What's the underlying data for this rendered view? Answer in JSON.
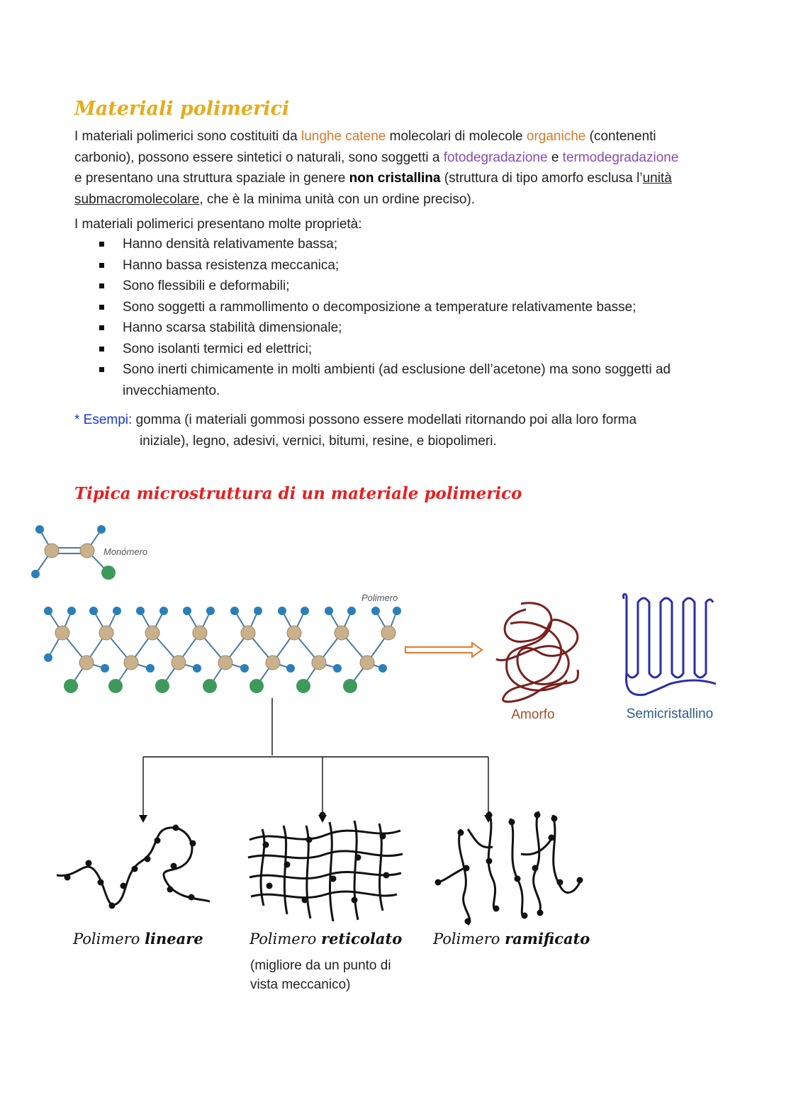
{
  "title": "Materiali polimerici",
  "intro": {
    "p1_a": "I materiali polimerici sono costituiti da ",
    "p1_lunghe": "lunghe catene",
    "p1_b": " molecolari di molecole ",
    "p1_organiche": "organiche",
    "p1_c": " (contenenti",
    "p2_a": "carbonio), possono essere sintetici o naturali, sono soggetti a ",
    "p2_foto": "fotodegradazione",
    "p2_e": " e ",
    "p2_termo": "termodegradazione",
    "p3_a": "e presentano una struttura spaziale in genere ",
    "p3_bold": "non cristallina",
    "p3_b": " (struttura di tipo amorfo esclusa l’",
    "p3_unita": "unità",
    "p4_sub": "submacromolecolare",
    "p4_b": ", che è la minima unità con un ordine preciso)."
  },
  "properties_intro": "I materiali polimerici presentano molte proprietà:",
  "properties": [
    "Hanno densità relativamente bassa;",
    "Hanno bassa resistenza meccanica;",
    "Sono flessibili e deformabili;",
    "Sono soggetti a rammollimento o decomposizione a temperature relativamente basse;",
    "Hanno scarsa stabilità dimensionale;",
    "Sono isolanti termici ed elettrici;",
    "Sono inerti chimicamente in molti ambienti (ad esclusione dell’acetone) ma sono soggetti ad",
    "invecchiamento."
  ],
  "examples": {
    "label": "* Esempi:",
    "line1": " gomma (i materiali gommosi possono essere modellati ritornando poi alla loro forma",
    "line2": "iniziale), legno, adesivi, vernici, bitumi, resine, e biopolimeri."
  },
  "section_title": "Tipica microstruttura di un materiale polimerico",
  "figure": {
    "monomer_label": "Monómero",
    "polymer_label": "Polimero",
    "amorphous_label": "Amorfo",
    "semicrystalline_label": "Semicristallino",
    "linear": {
      "a": "Polimero ",
      "b": "lineare"
    },
    "crosslinked": {
      "a": "Polimero ",
      "b": "reticolato",
      "note1": "(migliore da un punto di",
      "note2": "vista meccanico)"
    },
    "branched": {
      "a": "Polimero ",
      "b": "ramificato"
    }
  },
  "colors": {
    "title": "#e6ac1a",
    "section_title": "#e81f1f",
    "orange_text": "#d9782a",
    "purple_text": "#8a4bb5",
    "examples_label": "#1b39d6",
    "amorphous": "#7a2020",
    "semicrystalline": "#2b2fa6"
  }
}
